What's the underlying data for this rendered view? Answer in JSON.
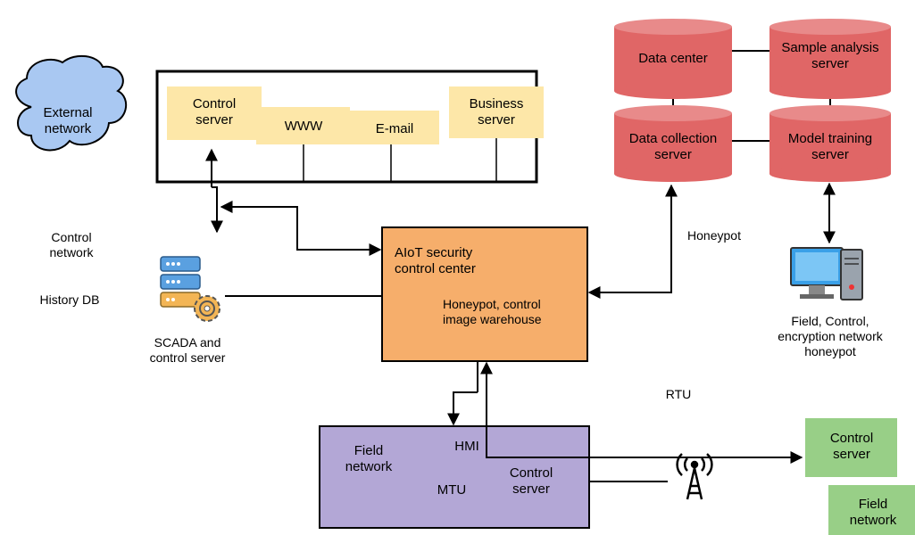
{
  "colors": {
    "cloud": "#a9c8f2",
    "cylinder": "#e06666",
    "aiot": "#f6ae6b",
    "field": "#b3a7d6",
    "yellow": "#fde7a8",
    "green": "#98cf87",
    "stroke": "#000000"
  },
  "external_network": "External\nnetwork",
  "enterprise": {
    "control_server": "Control\nserver",
    "www": "WWW",
    "email": "E-mail",
    "business_server": "Business\nserver"
  },
  "control_network": "Control\nnetwork",
  "history_db": "History DB",
  "scada": {
    "label": "SCADA and\ncontrol server",
    "icon": "server-gear-icon"
  },
  "aiot": {
    "title": "AIoT security\ncontrol center",
    "sub": "Honeypot, control\nimage warehouse"
  },
  "cloud_center": {
    "data_center": "Data center",
    "sample_analysis": "Sample analysis\nserver",
    "data_collection": "Data collection\nserver",
    "model_training": "Model training\nserver"
  },
  "honeypot": "Honeypot",
  "computer": {
    "label": "Field, Control,\nencryption network\nhoneypot",
    "icon": "desktop-computer-icon"
  },
  "rtu": "RTU",
  "field_box": {
    "field_network": "Field\nnetwork",
    "hmi": "HMI",
    "mtu": "MTU",
    "control_server": "Control\nserver"
  },
  "antenna_icon": "radio-tower-icon",
  "rtu_control_server": "Control\nserver",
  "rtu_field_network": "Field\nnetwork"
}
